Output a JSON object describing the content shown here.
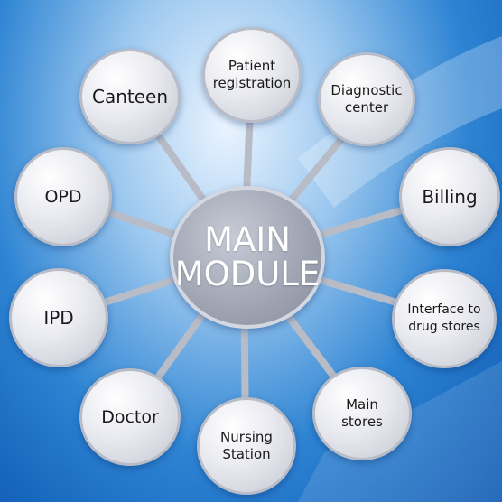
{
  "main_module": {
    "label": "MAIN\nMODULE"
  },
  "modules": [
    {
      "key": "patient_registration",
      "label": "Patient\nregistration"
    },
    {
      "key": "diagnostic_center",
      "label": "Diagnostic\ncenter"
    },
    {
      "key": "billing",
      "label": "Billing"
    },
    {
      "key": "drug_stores",
      "label": "Interface to\ndrug stores"
    },
    {
      "key": "main_stores",
      "label": "Main\nstores"
    },
    {
      "key": "nursing_station",
      "label": "Nursing\nStation"
    },
    {
      "key": "doctor",
      "label": "Doctor"
    },
    {
      "key": "ipd",
      "label": "IPD"
    },
    {
      "key": "opd",
      "label": "OPD"
    },
    {
      "key": "canteen",
      "label": "Canteen"
    }
  ],
  "colors": {
    "background": "#2e84d3",
    "node_fill": "#e9eaf0",
    "center_fill": "#9ea3b2",
    "connector": "#b8bcc7"
  }
}
